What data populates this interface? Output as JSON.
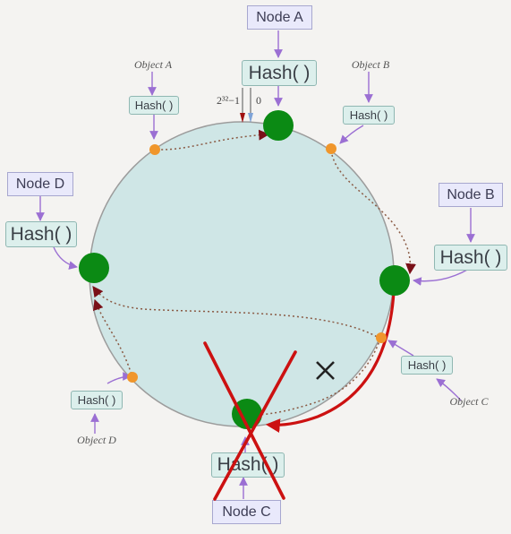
{
  "nodes": {
    "a": {
      "label": "Node A",
      "hash": "Hash( )"
    },
    "b": {
      "label": "Node B",
      "hash": "Hash( )"
    },
    "c": {
      "label": "Node C",
      "hash": "Hash( )"
    },
    "d": {
      "label": "Node D",
      "hash": "Hash( )"
    }
  },
  "objects": {
    "a": {
      "label": "Object A",
      "hash": "Hash( )"
    },
    "b": {
      "label": "Object B",
      "hash": "Hash( )"
    },
    "c": {
      "label": "Object C",
      "hash": "Hash( )"
    },
    "d": {
      "label": "Object D",
      "hash": "Hash( )"
    }
  },
  "ring_ticks": {
    "max": "2³²−1",
    "zero": "0"
  },
  "colors": {
    "ring_fill": "#cfe6e6",
    "node_point": "#0b8a14",
    "object_point": "#f0962b",
    "remap_arrow": "#cc1111",
    "strike": "#cc1111"
  }
}
